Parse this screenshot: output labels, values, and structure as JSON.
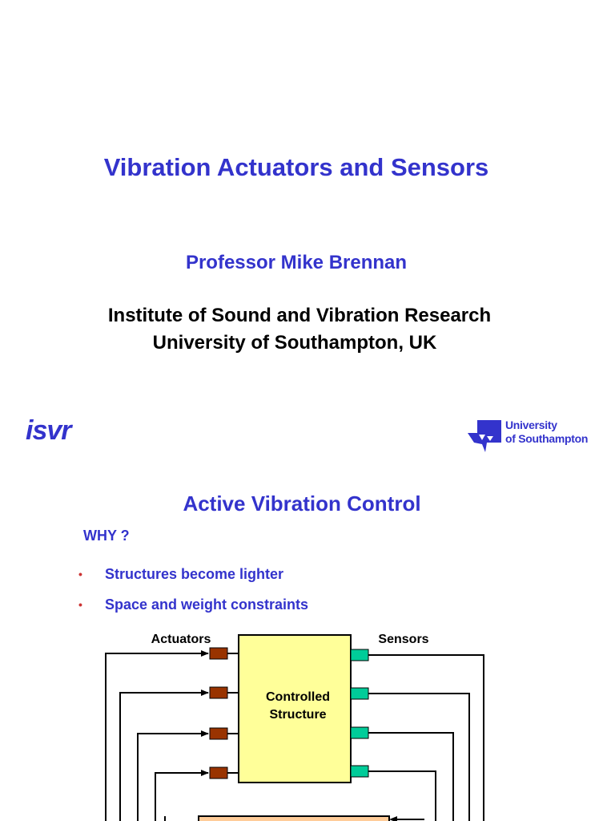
{
  "slide1": {
    "title": "Vibration Actuators and Sensors",
    "author": "Professor Mike Brennan",
    "institute_line1": "Institute of Sound and Vibration Research",
    "institute_line2": "University of Southampton, UK",
    "logo_left": "isvr",
    "logo_right_line1": "University",
    "logo_right_line2": "of Southampton"
  },
  "slide2": {
    "title": "Active Vibration Control",
    "subtitle": "WHY ?",
    "bullets": [
      "Structures become lighter",
      "Space and weight constraints"
    ],
    "diagram": {
      "actuators_label": "Actuators",
      "sensors_label": "Sensors",
      "structure_label_line1": "Controlled",
      "structure_label_line2": "Structure"
    }
  },
  "colors": {
    "title_blue": "#3333cc",
    "bullet_red": "#cc3333",
    "structure_fill": "#ffff99",
    "actuator_fill": "#993300",
    "sensor_fill": "#00cc99",
    "controller_fill": "#ffcc99"
  }
}
